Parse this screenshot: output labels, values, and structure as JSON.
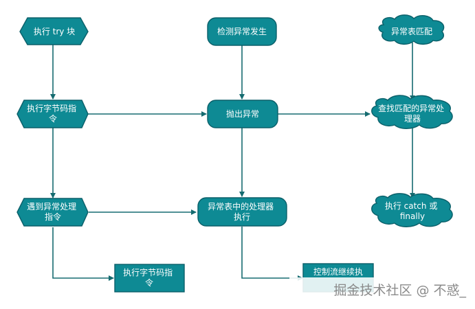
{
  "nodes": {
    "exec_try": {
      "lines": [
        "执行 try 块"
      ]
    },
    "detect_exc": {
      "lines": [
        "检测异常发生"
      ]
    },
    "exc_table_match": {
      "lines": [
        "异常表匹配"
      ]
    },
    "exec_bytecode": {
      "lines": [
        "执行字节码指",
        "令"
      ]
    },
    "throw_exc": {
      "lines": [
        "抛出异常"
      ]
    },
    "find_handler": {
      "lines": [
        "查找匹配的异常处",
        "理器"
      ]
    },
    "meet_handler": {
      "lines": [
        "遇到异常处理",
        "指令"
      ]
    },
    "run_handler": {
      "lines": [
        "异常表中的处理器",
        "执行"
      ]
    },
    "catch_finally": {
      "lines": [
        "执行 catch 或",
        "finally"
      ]
    },
    "exec_bytecode2": {
      "lines": [
        "执行字节码指",
        "令"
      ]
    },
    "continue_flow": {
      "lines": [
        "控制流继续执"
      ]
    }
  },
  "edges": [
    {
      "from": "exec_try",
      "to": "exec_bytecode"
    },
    {
      "from": "exec_bytecode",
      "to": "throw_exc"
    },
    {
      "from": "exec_bytecode",
      "to": "meet_handler"
    },
    {
      "from": "detect_exc",
      "to": "throw_exc"
    },
    {
      "from": "throw_exc",
      "to": "find_handler"
    },
    {
      "from": "throw_exc",
      "to": "run_handler"
    },
    {
      "from": "exc_table_match",
      "to": "find_handler"
    },
    {
      "from": "find_handler",
      "to": "catch_finally"
    },
    {
      "from": "meet_handler",
      "to": "run_handler"
    },
    {
      "from": "meet_handler",
      "to": "exec_bytecode2"
    },
    {
      "from": "run_handler",
      "to": "continue_flow"
    }
  ],
  "watermark": "掘金技术社区 @ 不惑_",
  "colors": {
    "fill": "#0e8a94",
    "stroke": "#0b5f69",
    "edge": "#156b70",
    "text": "#ffffff"
  }
}
